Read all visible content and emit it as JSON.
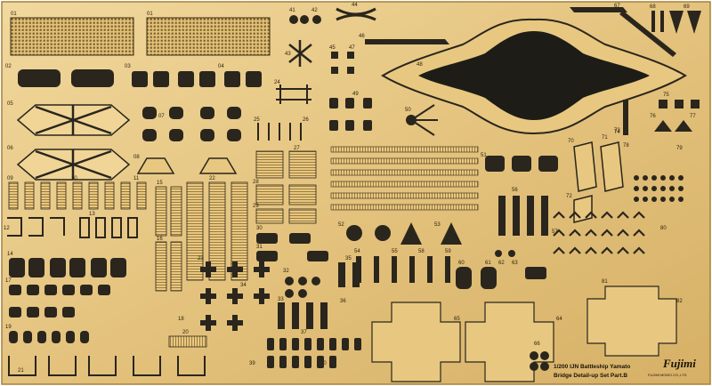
{
  "product": {
    "title_line1": "1/200 IJN Battleship Yamato",
    "title_line2": "Bridge Detail-up Set Part.B",
    "brand": "Fujimi",
    "maker": "FUJIMI MOKEI CO.,LTD"
  },
  "colors": {
    "brass": "#e3c27a",
    "brass_light": "#f0d597",
    "brass_dark": "#b48f47",
    "etched": "#1e1c17",
    "background": "#ffffff"
  },
  "part_numbers": {
    "p01": "01",
    "p02": "02",
    "p03": "03",
    "p04": "04",
    "p05": "05",
    "p06": "06",
    "p07": "07",
    "p08": "08",
    "p09": "09",
    "p10": "10",
    "p11": "11",
    "p12": "12",
    "p13": "13",
    "p14": "14",
    "p15": "15",
    "p16": "16",
    "p17": "17",
    "p18": "18",
    "p19": "19",
    "p20": "20",
    "p21": "21",
    "p22": "22",
    "p23": "23",
    "p24": "24",
    "p25": "25",
    "p26": "26",
    "p27": "27",
    "p28": "28",
    "p29": "29",
    "p30": "30",
    "p31": "31",
    "p32": "32",
    "p33": "33",
    "p34": "34",
    "p35": "35",
    "p36": "36",
    "p37": "37",
    "p38": "38",
    "p39": "39",
    "p40": "40",
    "p41": "41",
    "p42": "42",
    "p43": "43",
    "p44": "44",
    "p45": "45",
    "p46": "46",
    "p47": "47",
    "p48": "48",
    "p49": "49",
    "p50": "50",
    "p51": "51",
    "p52": "52",
    "p53": "53",
    "p54": "54",
    "p55": "55",
    "p56": "56",
    "p57": "57",
    "p58": "58",
    "p59": "59",
    "p60": "60",
    "p61": "61",
    "p62": "62",
    "p63": "63",
    "p64": "64",
    "p65": "65",
    "p66": "66",
    "p67": "67",
    "p68": "68",
    "p69": "69",
    "p70": "70",
    "p71": "71",
    "p72": "72",
    "p73": "73",
    "p74": "74",
    "p75": "75",
    "p76": "76",
    "p77": "77",
    "p78": "78",
    "p79": "79",
    "p80": "80",
    "p81": "81",
    "p82": "82"
  }
}
